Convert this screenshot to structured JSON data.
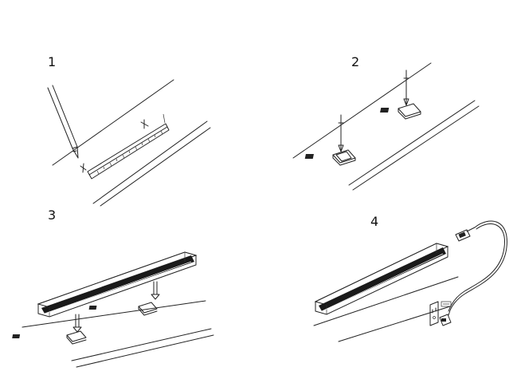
{
  "steps": [
    {
      "number": "1",
      "content": "measure-and-mark"
    },
    {
      "number": "2",
      "content": "screw-clips"
    },
    {
      "number": "3",
      "content": "mount-light-bar"
    },
    {
      "number": "4",
      "content": "plug-in-power"
    }
  ],
  "icons": [
    "pencil-icon",
    "ruler-icon",
    "screw-icon",
    "mounting-clip-icon",
    "led-light-bar-icon",
    "power-cord-icon",
    "wall-outlet-icon",
    "arrow-down-icon"
  ],
  "colors": {
    "line": "#222222",
    "background": "#ffffff",
    "bar_dark": "#1a1a1a"
  }
}
